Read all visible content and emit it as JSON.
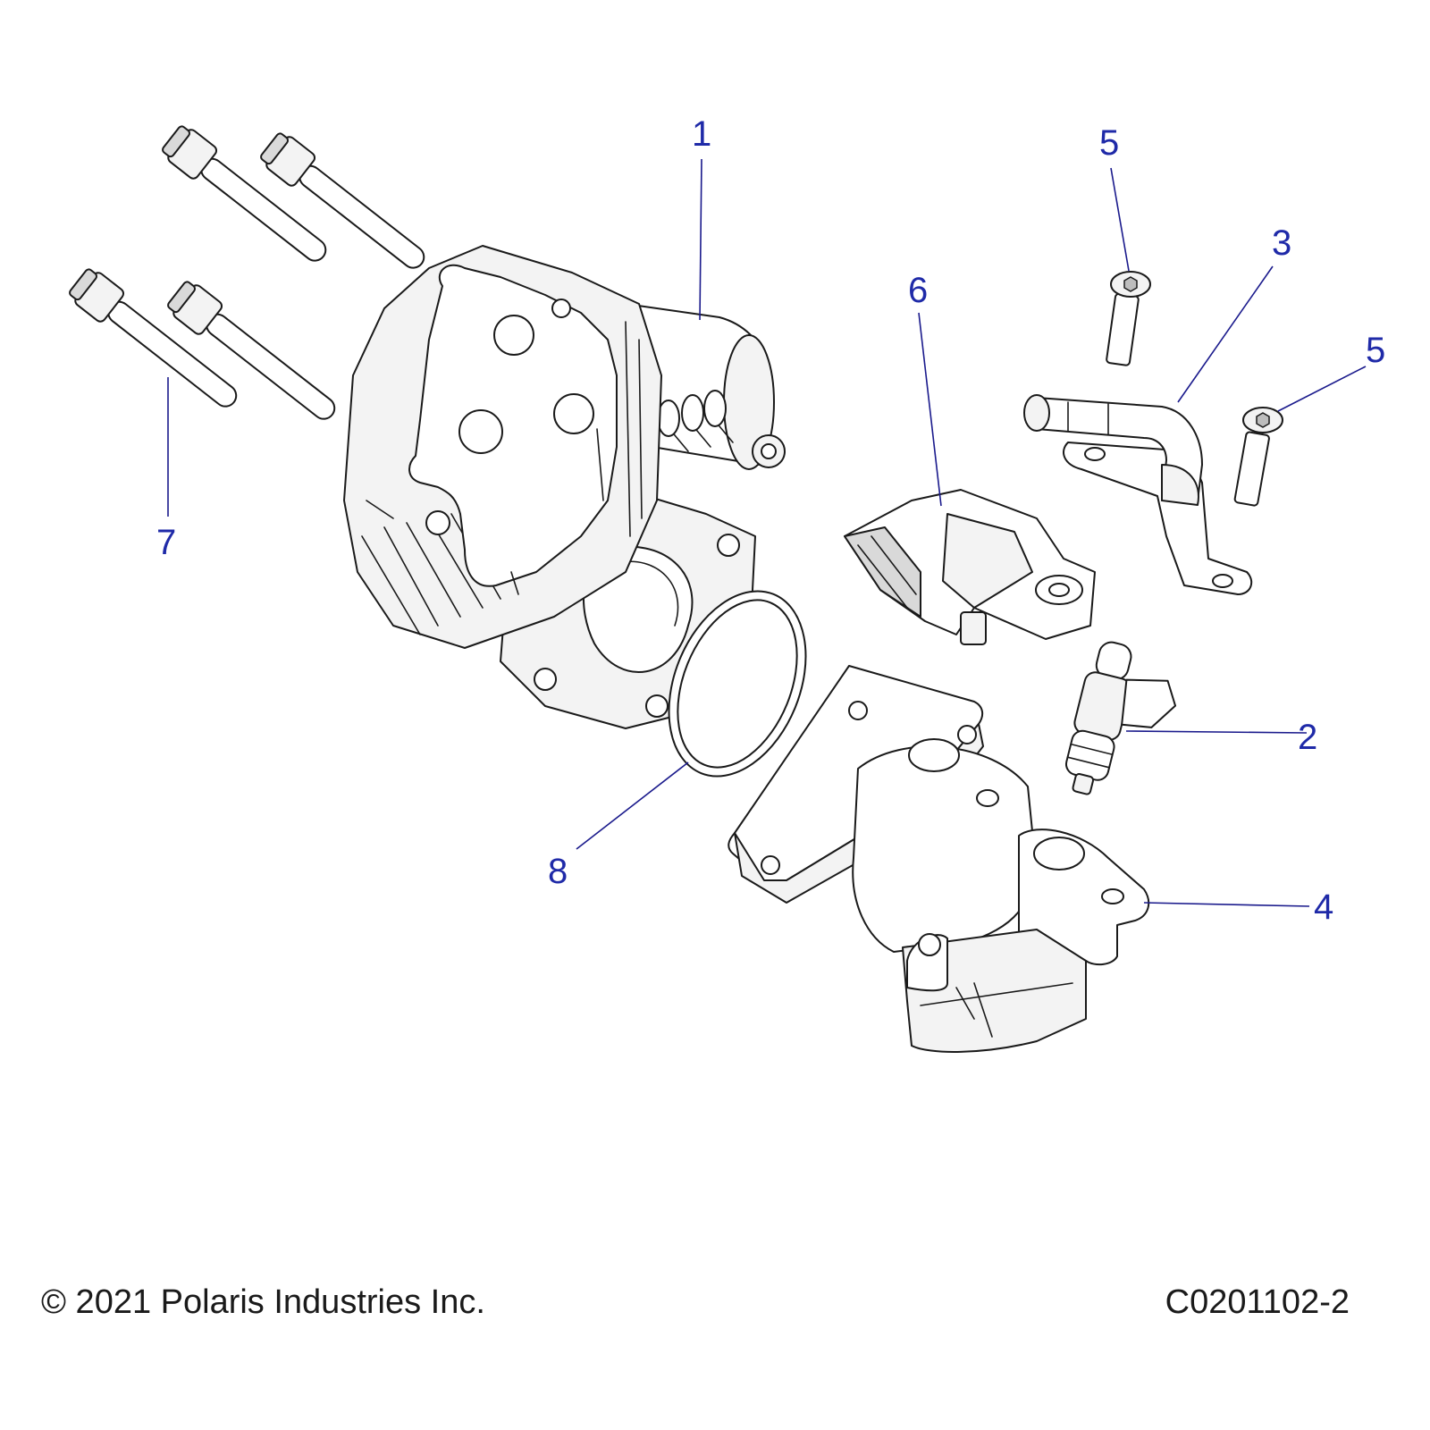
{
  "callouts": [
    {
      "id": "1",
      "label": "1"
    },
    {
      "id": "2",
      "label": "2"
    },
    {
      "id": "3",
      "label": "3"
    },
    {
      "id": "4",
      "label": "4"
    },
    {
      "id": "5a",
      "label": "5"
    },
    {
      "id": "5b",
      "label": "5"
    },
    {
      "id": "6",
      "label": "6"
    },
    {
      "id": "7",
      "label": "7"
    },
    {
      "id": "8",
      "label": "8"
    }
  ],
  "footer": {
    "copyright": "© 2021 Polaris Industries Inc.",
    "drawing_number": "C0201102-2"
  },
  "colors": {
    "callout": "#1f2aa8",
    "line": "#1a1a1a",
    "part_fill": "#f3f3f3"
  }
}
